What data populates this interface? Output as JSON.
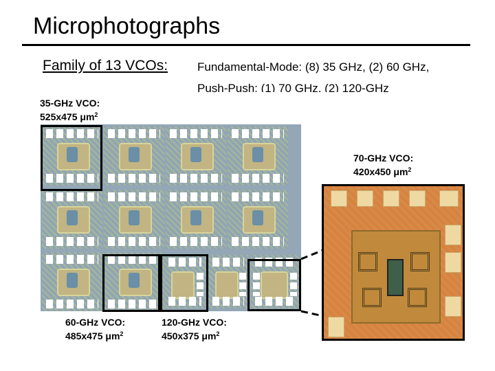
{
  "title": "Microphotographs",
  "subtitle": "Family of 13 VCOs:",
  "mode_lines": [
    "Fundamental-Mode: (8) 35 GHz, (2) 60 GHz,",
    "Push-Push: (1) 70 GHz, (2) 120-GHz"
  ],
  "labels": {
    "vco35_name": "35-GHz VCO:",
    "vco35_size": "525x475 μm",
    "vco70_name": "70-GHz VCO:",
    "vco70_size": "420x450 μm",
    "vco60_name": "60-GHz VCO:",
    "vco60_size": "485x475 μm",
    "vco120_name": "120-GHz VCO:",
    "vco120_size": "450x375 μm",
    "exponent": "2"
  }
}
